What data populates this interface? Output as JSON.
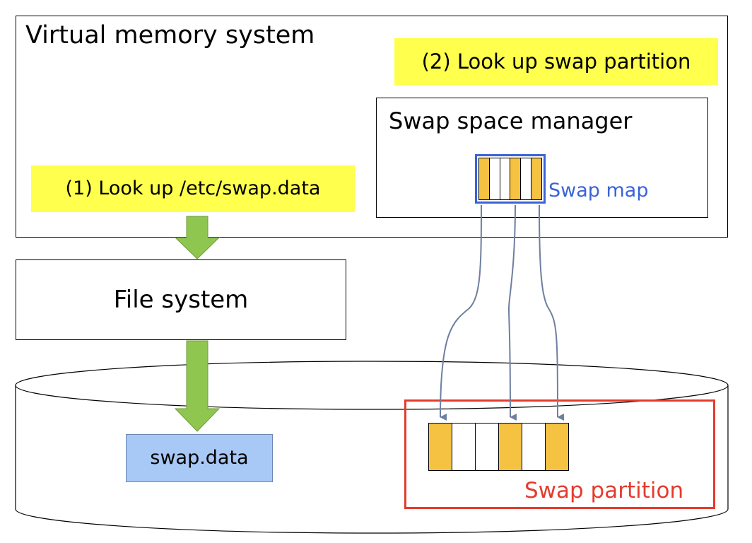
{
  "colors": {
    "highlight": "#ffff4d",
    "slot_filled": "#f5c242",
    "slot_empty": "#ffffff",
    "swap_map_border": "#3a63d6",
    "swap_map_text": "#3a63d6",
    "partition_border": "#e53b2c",
    "partition_text": "#e53b2c",
    "arrow_green": "#8fc64f",
    "connector": "#6f7fa0",
    "swap_data_fill": "#a8c8f5"
  },
  "vm_system": {
    "title": "Virtual memory system"
  },
  "step2": {
    "label": "(2) Look up swap partition"
  },
  "swap_manager": {
    "title": "Swap space manager"
  },
  "swap_map": {
    "label": "Swap map",
    "slots": [
      true,
      false,
      false,
      true,
      false,
      true
    ]
  },
  "step1": {
    "label": "(1) Look up /etc/swap.data"
  },
  "file_system": {
    "title": "File system"
  },
  "swap_data": {
    "label": "swap.data"
  },
  "swap_partition": {
    "label": "Swap partition",
    "slots": [
      true,
      false,
      false,
      true,
      false,
      true
    ]
  }
}
